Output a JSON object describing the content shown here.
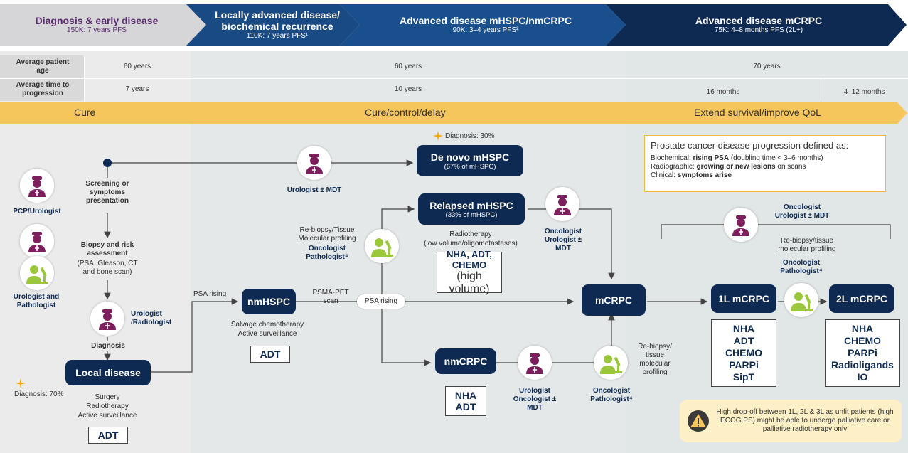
{
  "header": {
    "stages": [
      {
        "title": "Diagnosis & early disease",
        "sub": "150K: 7 years PFS"
      },
      {
        "title": "Locally advanced disease/ biochemical recurrence",
        "sub": "110K: 7 years PFS¹"
      },
      {
        "title": "Advanced disease mHSPC/nmCRPC",
        "sub": "90K: 3–4 years PFS²"
      },
      {
        "title": "Advanced disease mCRPC",
        "sub": "75K: 4–8 months PFS (2L+)"
      }
    ],
    "colors": {
      "stage1": "#d6d6d8",
      "stage2": "#1a4a84",
      "stage3": "#184f8c",
      "stage4": "#0f2a52"
    }
  },
  "table": {
    "age_label": "Average patient age",
    "ttp_label": "Average time to progression",
    "age": [
      "60 years",
      "60 years",
      "70 years"
    ],
    "ttp": [
      "7 years",
      "10 years",
      "16 months",
      "4–12 months"
    ]
  },
  "band": {
    "labels": [
      "Cure",
      "Cure/control/delay",
      "Extend survival/improve QoL"
    ],
    "color": "#f5c65c"
  },
  "left": {
    "pcp": "PCP/Urologist",
    "uro_path": "Urologist and Pathologist",
    "screening": "Screening or symptoms presentation",
    "biopsy_title": "Biopsy and risk assessment",
    "biopsy_sub": "(PSA, Gleason, CT and bone scan)",
    "uro_rad": "Urologist /Radiologist",
    "diagnosis": "Diagnosis",
    "local": "Local disease",
    "diag70": "Diagnosis: 70%",
    "local_tx": [
      "Surgery",
      "Radiotherapy",
      "Active surveillance"
    ],
    "adt": "ADT"
  },
  "middle": {
    "diag30": "Diagnosis: 30%",
    "denovo": "De novo mHSPC",
    "denovo_sub": "(67% of mHSPC)",
    "urologist_mdt": "Urologist ± MDT",
    "relapsed": "Relapsed mHSPC",
    "relapsed_sub": "(33% of mHSPC)",
    "rt": "Radiotherapy",
    "rt_sub": "(low volume/oligometastases)",
    "nha_box": "NHA, ADT, CHEMO",
    "nha_box_sub": "(high volume)",
    "onc_uro_mdt": "Oncologist Urologist ± MDT",
    "rebiopsy": "Re-biopsy/Tissue Molecular profiling",
    "onc_path": "Oncologist Pathologist⁴",
    "psa_rising": "PSA rising",
    "nmhspc": "nmHSPC",
    "psma": "PSMA-PET scan",
    "psa_rising2": "PSA rising",
    "salvage": [
      "Salvage chemotherapy",
      "Active surveillance"
    ],
    "adt": "ADT",
    "nmcrpc": "nmCRPC",
    "nmcrpc_box": [
      "NHA",
      "ADT"
    ],
    "uro_onc_mdt": "Urologist Oncologist ± MDT",
    "onc_path2": "Oncologist Pathologist⁴",
    "rebiopsy2": "Re-biopsy/ tissue molecular profiling",
    "mcrpc": "mCRPC"
  },
  "right": {
    "box_title": "Prostate cancer disease progression defined as:",
    "bio_a": "Biochemical: ",
    "bio_b": "rising PSA",
    "bio_c": " (doubling time < 3–6 months)",
    "rad_a": "Radiographic: ",
    "rad_b": "growing or new lesions",
    "rad_c": " on scans",
    "cli_a": "Clinical: ",
    "cli_b": "symptoms arise",
    "onc_uro_mdt": "Oncologist Urologist ± MDT",
    "rebiopsy": "Re-biopsy/tissue molecular profiling",
    "onc_path": "Oncologist Pathologist⁴",
    "l1": "1L mCRPC",
    "l2": "2L mCRPC",
    "l1_box": [
      "NHA",
      "ADT",
      "CHEMO",
      "PARPi",
      "SipT"
    ],
    "l2_box": [
      "NHA",
      "CHEMO",
      "PARPi",
      "Radioligands",
      "IO"
    ],
    "warning": "High drop-off between 1L, 2L & 3L as unfit patients (high ECOG PS) might be able to undergo palliative care or palliative radiotherapy only"
  }
}
